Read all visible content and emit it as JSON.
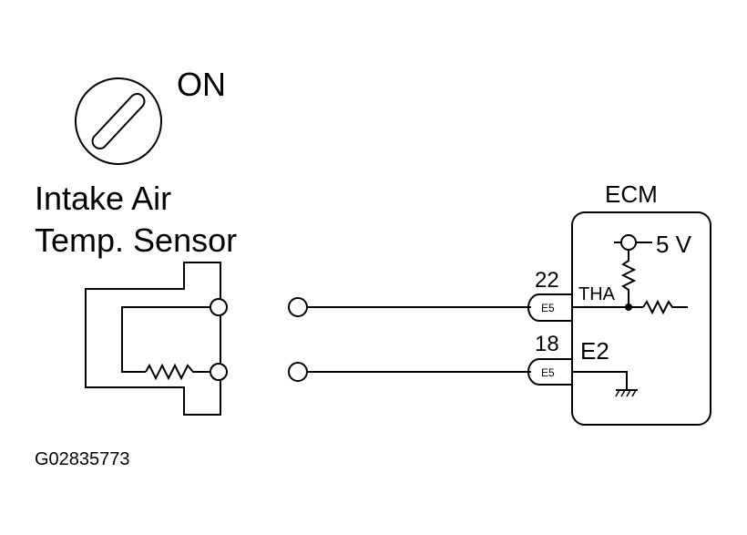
{
  "ignition": {
    "state_label": "ON",
    "icon": "ignition-key-icon"
  },
  "sensor": {
    "label_line1": "Intake Air",
    "label_line2": "Temp. Sensor"
  },
  "ecm": {
    "label": "ECM",
    "supply_label": "5 V",
    "pins": [
      {
        "number": "22",
        "signal": "THA",
        "connector": "E5"
      },
      {
        "number": "18",
        "signal": "E2",
        "connector": "E5"
      }
    ]
  },
  "figure_code": "G02835773"
}
